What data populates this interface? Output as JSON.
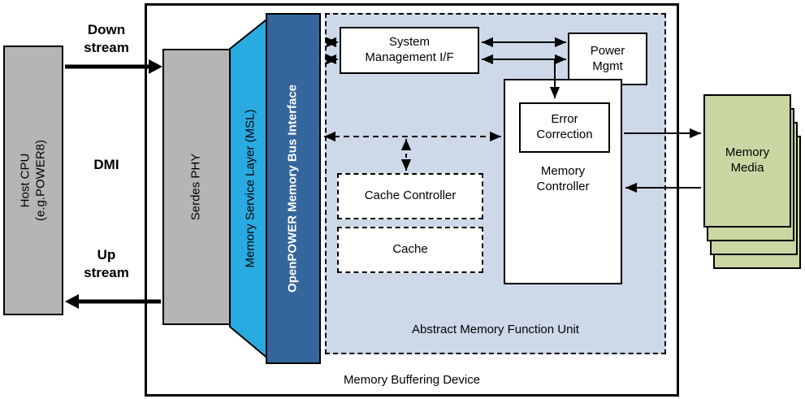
{
  "diagram": {
    "host_cpu": "Host CPU\n(e.g.POWER8)",
    "downstream": "Down\nstream",
    "dmi": "DMI",
    "upstream": "Up\nstream",
    "serdes_phy": "Serdes PHY",
    "msl": "Memory Service Layer (MSL)",
    "openpower_bus": "OpenPOWER Memory Bus Interface",
    "system_mgmt": "System\nManagement I/F",
    "power_mgmt": "Power\nMgmt",
    "error_correction": "Error\nCorrection",
    "memory_controller": "Memory\nController",
    "cache_controller": "Cache Controller",
    "cache": "Cache",
    "amfu": "Abstract Memory Function Unit",
    "mbd": "Memory Buffering Device",
    "memory_media": "Memory\nMedia"
  },
  "colors": {
    "gray_box": "#b5b5b5",
    "cyan_msl": "#29abe2",
    "blue_bus": "#35659d",
    "amfu_bg": "#cdd9e8",
    "media_green": "#c9d7a2",
    "border": "#000000"
  }
}
